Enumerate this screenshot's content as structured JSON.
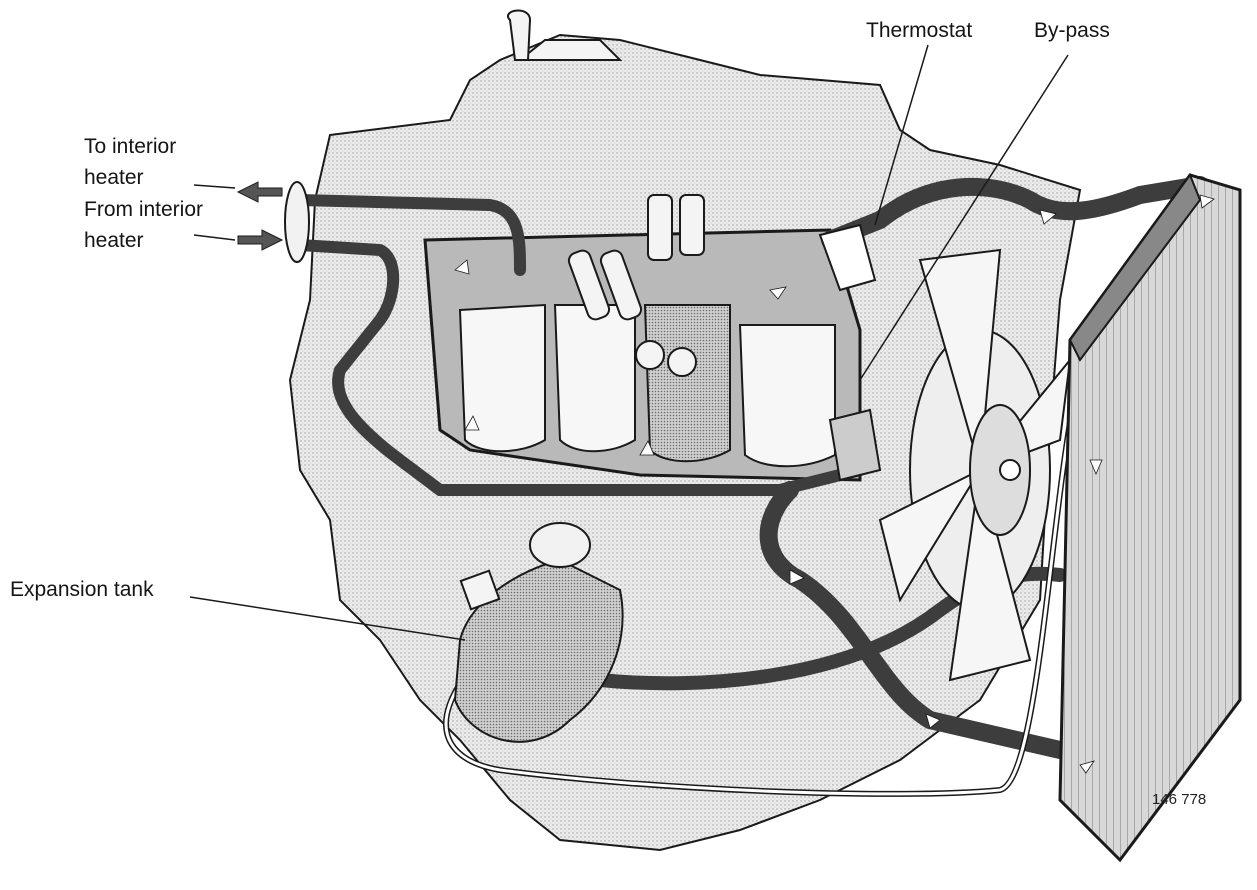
{
  "diagram": {
    "labels": {
      "to_interior_heater": "To interior\nheater",
      "from_interior_heater": "From interior\nheater",
      "expansion_tank": "Expansion tank",
      "thermostat": "Thermostat",
      "bypass": "By-pass"
    },
    "figure_number": "146 778"
  },
  "colors": {
    "line": "#1a1a1a",
    "engine_fill": "#e9e9e9",
    "hose": "#3d3d3d",
    "coolant_arrow": "#ffffff"
  }
}
